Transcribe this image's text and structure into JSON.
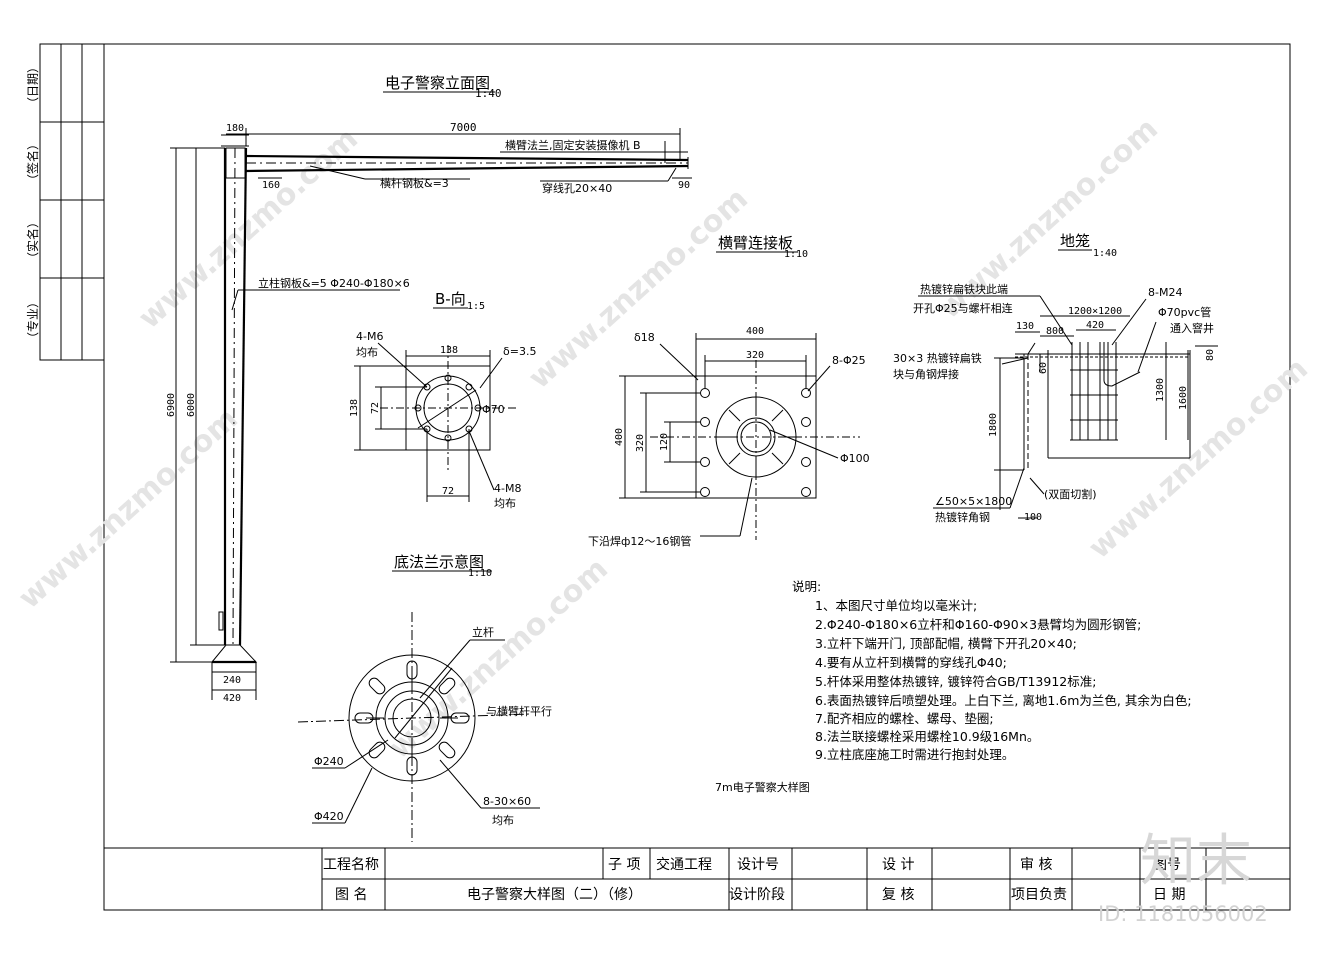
{
  "side_block": [
    "（日期）",
    "（签名）",
    "（实名）",
    "（专业）"
  ],
  "views": {
    "elevation": {
      "title": "电子警察立面图",
      "scale": "1:40"
    },
    "b_view": {
      "title": "B-向",
      "scale": "1:5"
    },
    "arm_plate": {
      "title": "横臂连接板",
      "scale": "1:10"
    },
    "cage": {
      "title": "地笼",
      "scale": "1:40"
    },
    "base_flange": {
      "title": "底法兰示意图",
      "scale": "1:10"
    }
  },
  "elevation_labels": {
    "d7000": "7000",
    "d180": "180",
    "d160": "160",
    "d90": "90",
    "d6900": "6900",
    "d6000": "6000",
    "d240": "240",
    "d420": "420",
    "arm_flange": "横臂法兰,固定安装摄像机 B",
    "arm_plate": "横杆钢板&=3",
    "hole": "穿线孔20×40",
    "pole_plate": "立柱钢板&=5 Φ240-Φ180×6"
  },
  "b_labels": {
    "m6": "4-M6",
    "m6_even": "均布",
    "d138t": "138",
    "delta": "δ=3.5",
    "d138l": "138",
    "d72l": "72",
    "phi70": "Φ70",
    "d72b": "72",
    "m8": "4-M8",
    "m8_even": "均布"
  },
  "arm_labels": {
    "d400t": "400",
    "d320t": "320",
    "delta18": "δ18",
    "phi25": "8-Φ25",
    "d400l": "400",
    "d320l": "320",
    "d120": "120",
    "phi100": "Φ100",
    "weld": "下沿焊ф12～16钢管"
  },
  "cage_labels": {
    "hot_flat": "热镀锌扁铁块此端",
    "drill": "开孔Φ25与螺杆相连",
    "m24": "8-M24",
    "d1200": "1200×1200",
    "pvc": "Φ70pvc管",
    "d130": "130",
    "d800": "800",
    "d420": "420",
    "to_well": "通入窨井",
    "flat_bar": "30×3  热镀锌扁铁",
    "weld_angle": "块与角钢焊接",
    "d60": "60",
    "d80": "80",
    "d1800": "1800",
    "d1300": "1300",
    "d1600": "1600",
    "angle": "∠50×5×1800",
    "cut": "(双面切割)",
    "galv": "热镀锌角钢",
    "d100": "100"
  },
  "flange_labels": {
    "pole": "立杆",
    "parallel": "与横臂杆平行",
    "phi240": "Φ240",
    "phi420": "Φ420",
    "bolts": "8-30×60",
    "even": "均布"
  },
  "notes": {
    "head": "说明:",
    "items": [
      "1、本图尺寸单位均以毫米计;",
      "2.Φ240-Φ180×6立杆和Φ160-Φ90×3悬臂均为圆形钢管;",
      "3.立杆下端开门, 顶部配帽, 横臂下开孔20×40;",
      "4.要有从立杆到横臂的穿线孔Φ40;",
      "5.杆体采用整体热镀锌, 镀锌符合GB/T13912标准;",
      "6.表面热镀锌后喷塑处理。上白下兰, 离地1.6m为兰色, 其余为白色;",
      "7.配齐相应的螺栓、螺母、垫圈;",
      "8.法兰联接螺栓采用螺栓10.9级16Mn。",
      "9.立柱底座施工时需进行抱封处理。"
    ],
    "caption": "7m电子警察大样图"
  },
  "title_block": {
    "project_name": "工程名称",
    "sub_item": "子 项",
    "traffic": "交通工程",
    "design_no": "设计号",
    "design": "设 计",
    "audit": "审 核",
    "pic_no": "图号",
    "drawing_name": "图 名",
    "drawing_title": "电子警察大样图（二）（修）",
    "stage": "设计阶段",
    "check": "复 核",
    "pm": "项目负责",
    "date": "日 期"
  },
  "watermark": {
    "text": "www.znzmo.com",
    "logo": "知末",
    "id": "ID: 1181056002"
  }
}
